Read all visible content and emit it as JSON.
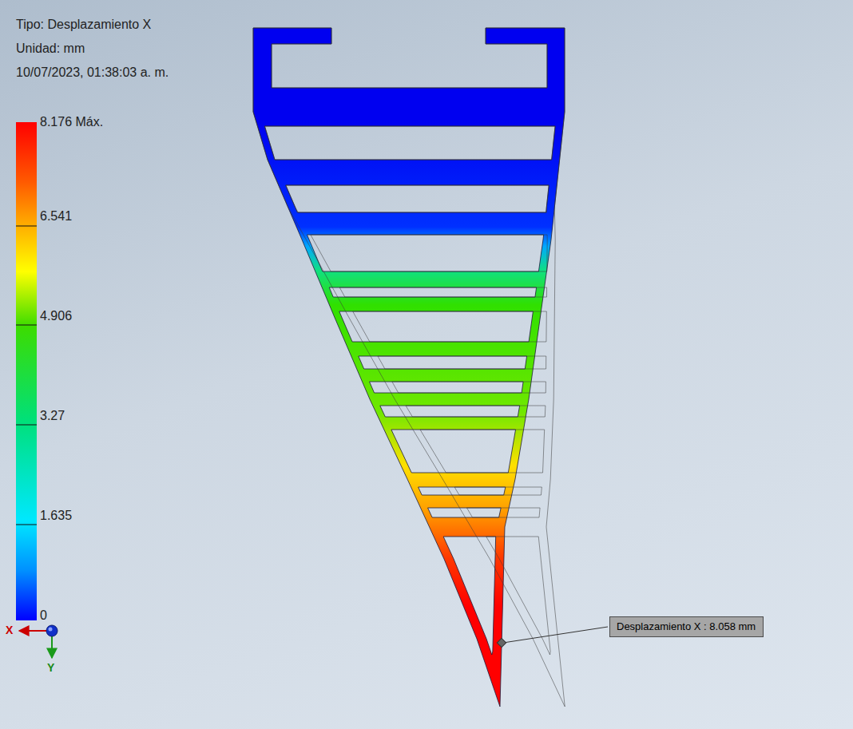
{
  "diagram": {
    "nodes": [
      {
        "text": [
          "Desplazamiento X : 8.058 mm"
        ]
      }
    ],
    "labels": [
      "Tipo: Desplazamiento X",
      "Unidad: mm",
      "10/07/2023, 01:38:03 a. m.",
      "8.176 Máx.",
      "6.541",
      "4.906",
      "3.27",
      "1.635",
      "0",
      "X",
      "Y"
    ]
  }
}
